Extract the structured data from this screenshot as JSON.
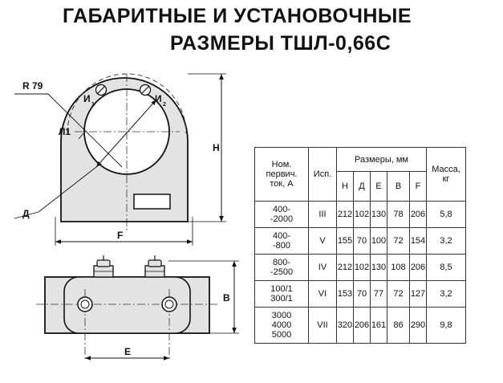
{
  "title": {
    "line1": "ГАБАРИТНЫЕ И УСТАНОВОЧНЫЕ",
    "line2": "РАЗМЕРЫ ТШЛ-0,66С"
  },
  "drawing": {
    "radius_label": "R 79",
    "terminal_1": "И",
    "terminal_1_sub": "1",
    "terminal_2": "И",
    "terminal_2_sub": "2",
    "l1_label": "Л1",
    "dim_d": "Д",
    "dim_f": "F",
    "dim_h": "Н",
    "dim_b": "В",
    "dim_e": "Е"
  },
  "table": {
    "header": {
      "nominal": "Ном.\nпервич.\nток, А",
      "execution": "Исп.",
      "dimensions": "Размеры, мм",
      "mass": "Масса,\nкг",
      "letters": [
        "Н",
        "Д",
        "Е",
        "В",
        "F"
      ]
    },
    "rows": [
      {
        "nominal": "400-\n-2000",
        "execution": "III",
        "dims": [
          "212",
          "102",
          "130",
          "78",
          "206"
        ],
        "mass": "5,8"
      },
      {
        "nominal": "400-\n-800",
        "execution": "V",
        "dims": [
          "155",
          "70",
          "100",
          "72",
          "154"
        ],
        "mass": "3,2"
      },
      {
        "nominal": "800-\n-2500",
        "execution": "IV",
        "dims": [
          "212",
          "102",
          "130",
          "108",
          "206"
        ],
        "mass": "8,5"
      },
      {
        "nominal": "100/1\n300/1",
        "execution": "VI",
        "dims": [
          "153",
          "70",
          "77",
          "72",
          "127"
        ],
        "mass": "3,2"
      },
      {
        "nominal": "3000\n4000\n5000",
        "execution": "VII",
        "dims": [
          "320",
          "206",
          "161",
          "86",
          "290"
        ],
        "mass": "9,8"
      }
    ]
  }
}
